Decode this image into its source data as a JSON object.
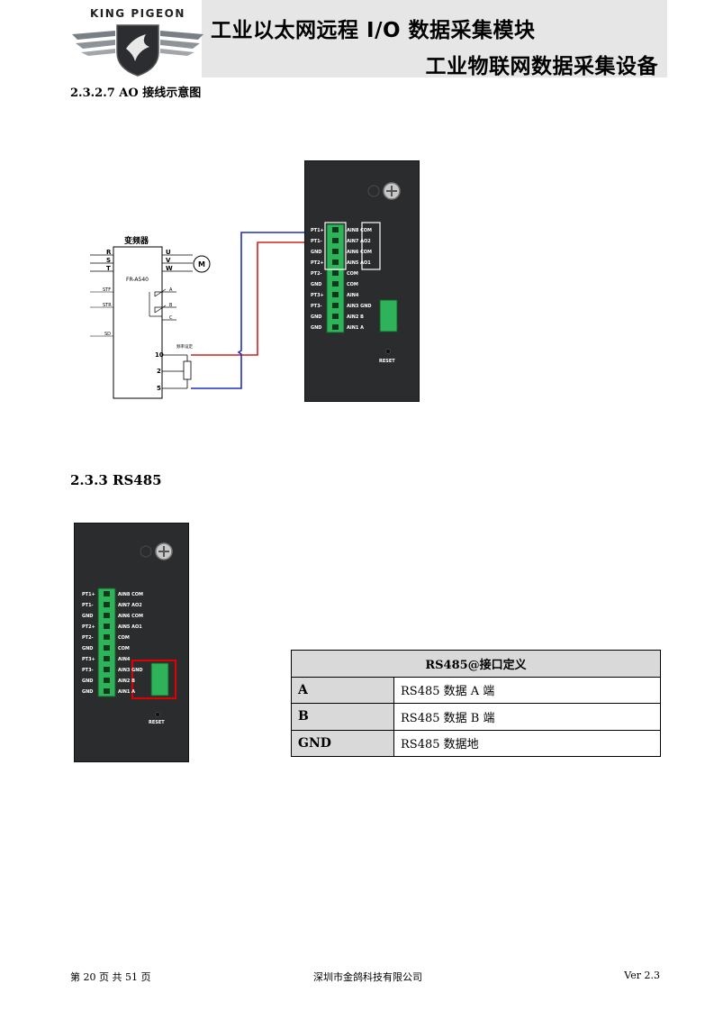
{
  "header": {
    "logo_text": "KING PIGEON",
    "title1": "工业以太网远程 I/O 数据采集模块",
    "title2": "工业物联网数据采集设备"
  },
  "section_ao": {
    "title": "2.3.2.7   AO  接线示意图"
  },
  "section_rs485": {
    "title": "2.3.3    RS485"
  },
  "inverter": {
    "title": "变频器",
    "model": "FR-A540",
    "inputs": [
      "R",
      "S",
      "T"
    ],
    "outputs": [
      "U",
      "V",
      "W"
    ],
    "motor": "M",
    "left_terms": [
      "STF",
      "STR",
      "SD"
    ],
    "relay_terms": [
      "A",
      "B",
      "C"
    ],
    "freq_label": "频率设定",
    "freq_terms": [
      "10",
      "2",
      "5"
    ]
  },
  "device": {
    "left_labels": [
      "PT1+",
      "PT1-",
      "GND",
      "PT2+",
      "PT2-",
      "GND",
      "PT3+",
      "PT3-",
      "GND",
      "GND"
    ],
    "right_labels": [
      "AIN8 COM",
      "AIN7 AO2",
      "AIN6 COM",
      "AIN5 AO1",
      "COM",
      "COM",
      "AIN4",
      "AIN3 GND",
      "AIN2   B",
      "AIN1   A"
    ],
    "reset": "RESET"
  },
  "rs485_table": {
    "header": "RS485@接口定义",
    "rows": [
      {
        "key": "A",
        "value": "RS485 数据 A 端"
      },
      {
        "key": "B",
        "value": "RS485 数据 B 端"
      },
      {
        "key": "GND",
        "value": "RS485 数据地"
      }
    ]
  },
  "footer": {
    "page": "第 20 页 共 51 页",
    "company": "深圳市金鸽科技有限公司",
    "version": "Ver 2.3"
  },
  "colors": {
    "wire_blue": "#1f2fbf",
    "wire_red": "#d42020",
    "terminal_green": "#2fb35a",
    "highlight_red": "#e00000"
  }
}
